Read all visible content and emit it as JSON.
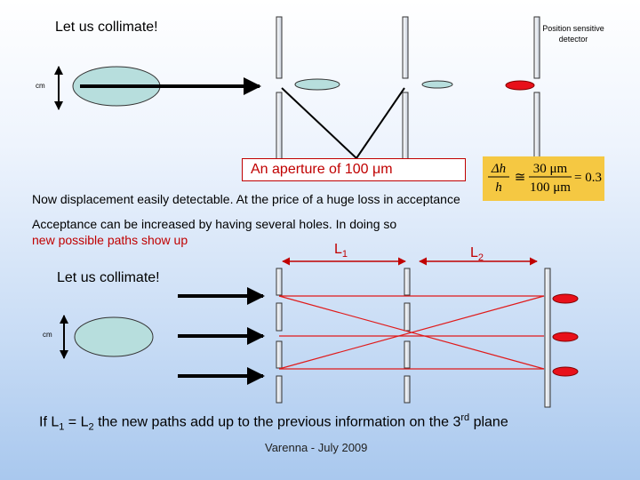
{
  "titles": {
    "top": "Let us collimate!",
    "middle": "Let us collimate!"
  },
  "detector_label": "Position sensitive detector",
  "cm_label": "cm",
  "aperture_label": "An aperture of 100 μm",
  "formula": {
    "numerator_left": "Δh",
    "denominator_left": "h",
    "approx": "≅",
    "numerator_right": "30 μm",
    "denominator_right": "100 μm",
    "result": "= 0.3"
  },
  "note_displacement": "Now displacement easily detectable. At the price of a huge loss in acceptance",
  "note_acceptance_start": "Acceptance can be increased by having several holes. In doing so",
  "note_acceptance_red": "new possible paths show up",
  "L1": {
    "letter": "L",
    "sub": "1"
  },
  "L2": {
    "letter": "L",
    "sub": "2"
  },
  "bottom_text": {
    "p1": "If L",
    "s1": "1",
    "p2": " = L",
    "s2": "2",
    "p3": " the new paths add up to the previous information on the 3",
    "sup": "rd",
    "p4": " plane"
  },
  "footer": "Varenna - July 2009",
  "colors": {
    "ellipse_fill": "#b7dedd",
    "detector_spot": "#e8101a",
    "red_line": "#e01a1a",
    "formula_bg": "#f5c842"
  }
}
